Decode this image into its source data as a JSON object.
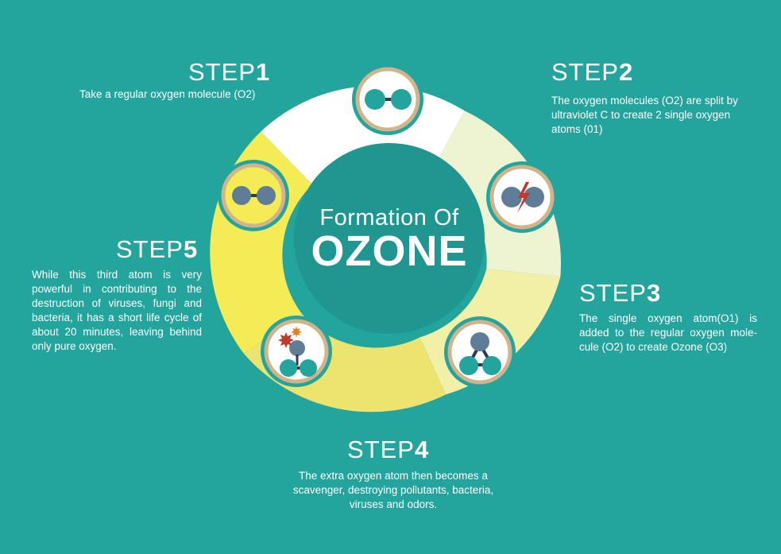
{
  "center": {
    "subtitle": "Formation Of",
    "title": "OZONE"
  },
  "steps": [
    {
      "word": "STEP",
      "number": "1",
      "text": "Take a regular oxygen molecule (O2)"
    },
    {
      "word": "STEP",
      "number": "2",
      "text": "The oxygen molecules (O2) are split by ultraviolet C to create 2 single oxygen atoms (01)"
    },
    {
      "word": "STEP",
      "number": "3",
      "text": "The single oxygen atom(O1) is added to the regular oxygen mole-cule (O2) to create Ozone (O3)"
    },
    {
      "word": "STEP",
      "number": "4",
      "text": "The extra oxygen atom then becomes a scavenger, destroying pollutants, bacteria, viruses and odors."
    },
    {
      "word": "STEP",
      "number": "5",
      "text": "While this third atom is very powerful in contributing to the destruction of viruses, fungi and bacteria, it has a short life cycle of about 20 minutes, leaving behind only pure oxygen."
    }
  ],
  "icons": [
    "oxygen-molecule-icon",
    "split-molecule-icon",
    "ozone-molecule-icon",
    "scavenger-molecule-icon",
    "oxygen-molecule-icon"
  ],
  "colors": {
    "background": "#23a59e",
    "center_circle": "#1f968f",
    "segment_white": "#ffffff",
    "segment_pale": "#eef3d2",
    "segment_light_yellow": "#f2f0a7",
    "segment_yellow": "#ece46e",
    "segment_bright_yellow": "#f5ec55",
    "icon_ring": "#d2b48c",
    "atom_teal": "#23a59e",
    "atom_slate": "#5f7d96",
    "lightning": "#c0392b"
  }
}
